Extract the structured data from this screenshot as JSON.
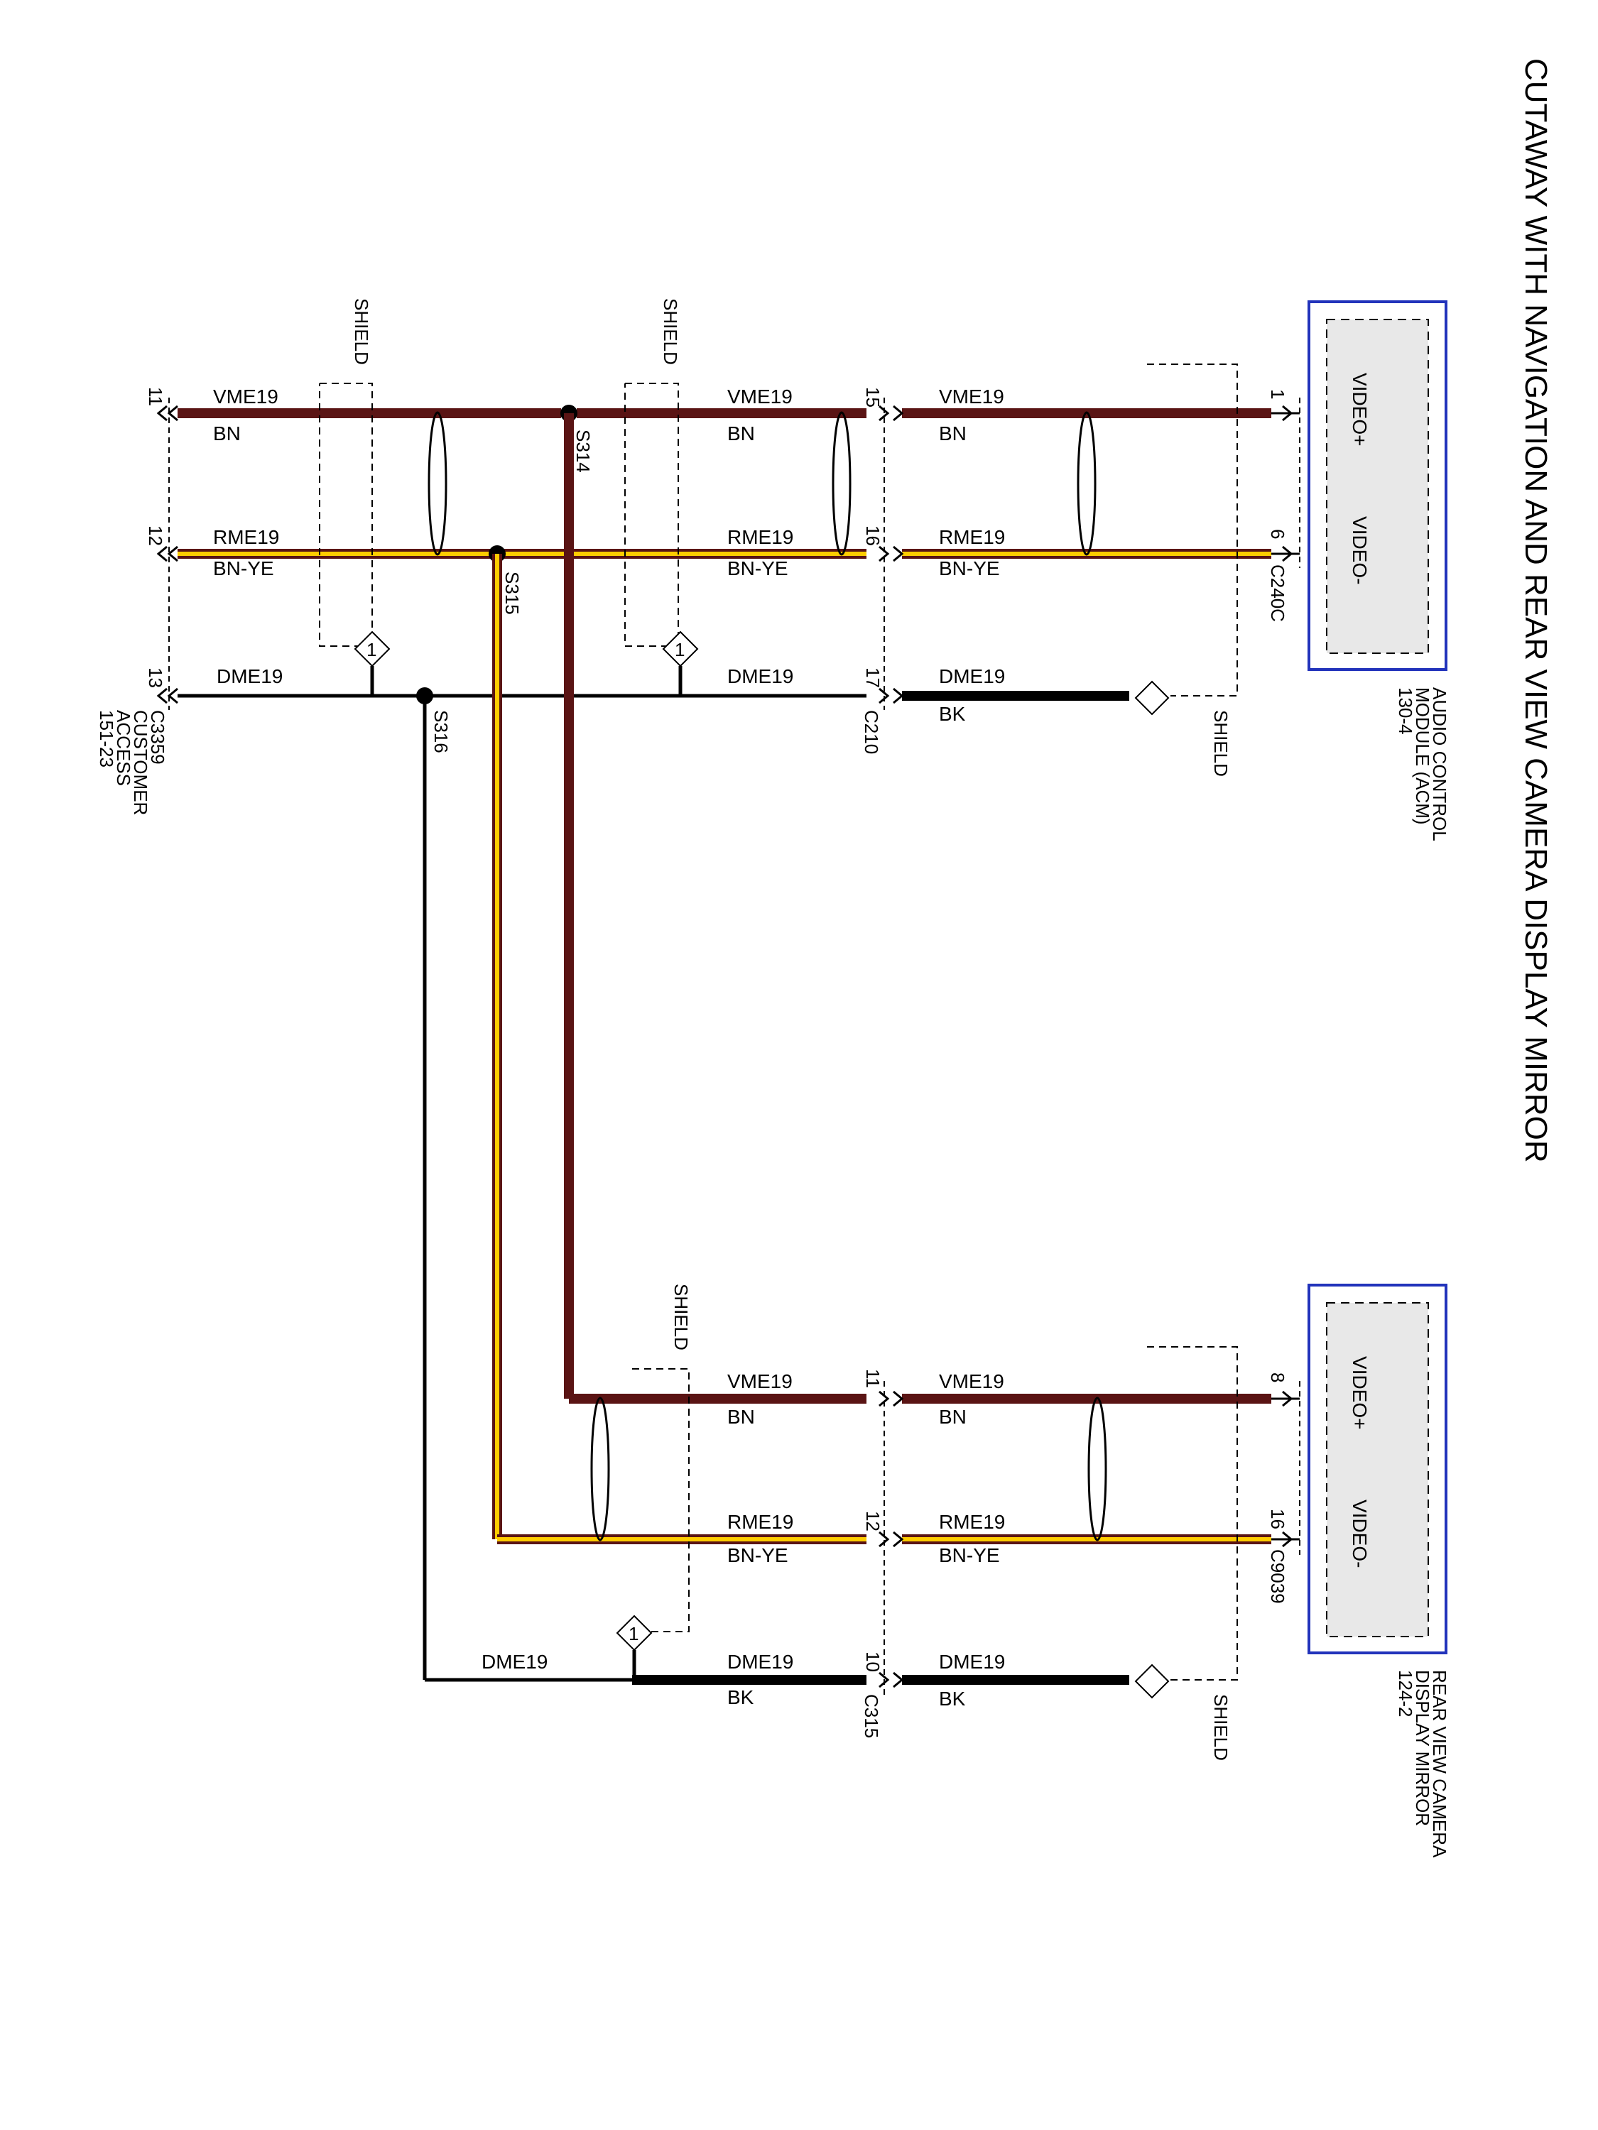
{
  "title": "CUTAWAY WITH NAVIGATION AND REAR VIEW CAMERA DISPLAY MIRROR",
  "shield_label": "SHIELD",
  "shield_number": "1",
  "colors": {
    "brown": "#5a1414",
    "yellow": "#ffcc00",
    "black": "#000000",
    "module_border": "#2233bb",
    "module_fill": "#e8e8e8"
  },
  "modules": {
    "acm": {
      "name": [
        "AUDIO CONTROL",
        "MODULE (ACM)",
        "130-4"
      ],
      "connector": "C240C",
      "pins": [
        {
          "pin": "1",
          "label": "VIDEO+"
        },
        {
          "pin": "6",
          "label": "VIDEO-"
        }
      ]
    },
    "mirror": {
      "name": [
        "REAR VIEW CAMERA",
        "DISPLAY MIRROR",
        "124-2"
      ],
      "connector": "C9039",
      "pins": [
        {
          "pin": "8",
          "label": "VIDEO+"
        },
        {
          "pin": "16",
          "label": "VIDEO-"
        }
      ]
    }
  },
  "connectors": {
    "c210": {
      "name": "C210",
      "pins": [
        "15",
        "16",
        "17"
      ]
    },
    "c315": {
      "name": "C315",
      "pins": [
        "11",
        "12",
        "10"
      ]
    },
    "c3359": {
      "name": [
        "C3359",
        "CUSTOMER",
        "ACCESS",
        "151-23"
      ],
      "pins": [
        "11",
        "12",
        "13"
      ]
    }
  },
  "splices": [
    "S314",
    "S315",
    "S316"
  ],
  "wires": {
    "top_right": [
      {
        "circuit": "VME19",
        "color": "BN"
      },
      {
        "circuit": "RME19",
        "color": "BN-YE"
      },
      {
        "circuit": "DME19",
        "color": "BK"
      }
    ],
    "top_mid": [
      {
        "circuit": "VME19",
        "color": "BN"
      },
      {
        "circuit": "RME19",
        "color": "BN-YE"
      },
      {
        "circuit": "DME19",
        "color": ""
      }
    ],
    "top_left": [
      {
        "circuit": "VME19",
        "color": "BN"
      },
      {
        "circuit": "RME19",
        "color": "BN-YE"
      },
      {
        "circuit": "DME19",
        "color": ""
      }
    ],
    "bottom_right": [
      {
        "circuit": "VME19",
        "color": "BN"
      },
      {
        "circuit": "RME19",
        "color": "BN-YE"
      },
      {
        "circuit": "DME19",
        "color": "BK"
      }
    ],
    "bottom_mid": [
      {
        "circuit": "VME19",
        "color": "BN"
      },
      {
        "circuit": "RME19",
        "color": "BN-YE"
      },
      {
        "circuit": "DME19",
        "color": "BK"
      }
    ],
    "bottom_left_drain": {
      "circuit": "DME19"
    }
  }
}
